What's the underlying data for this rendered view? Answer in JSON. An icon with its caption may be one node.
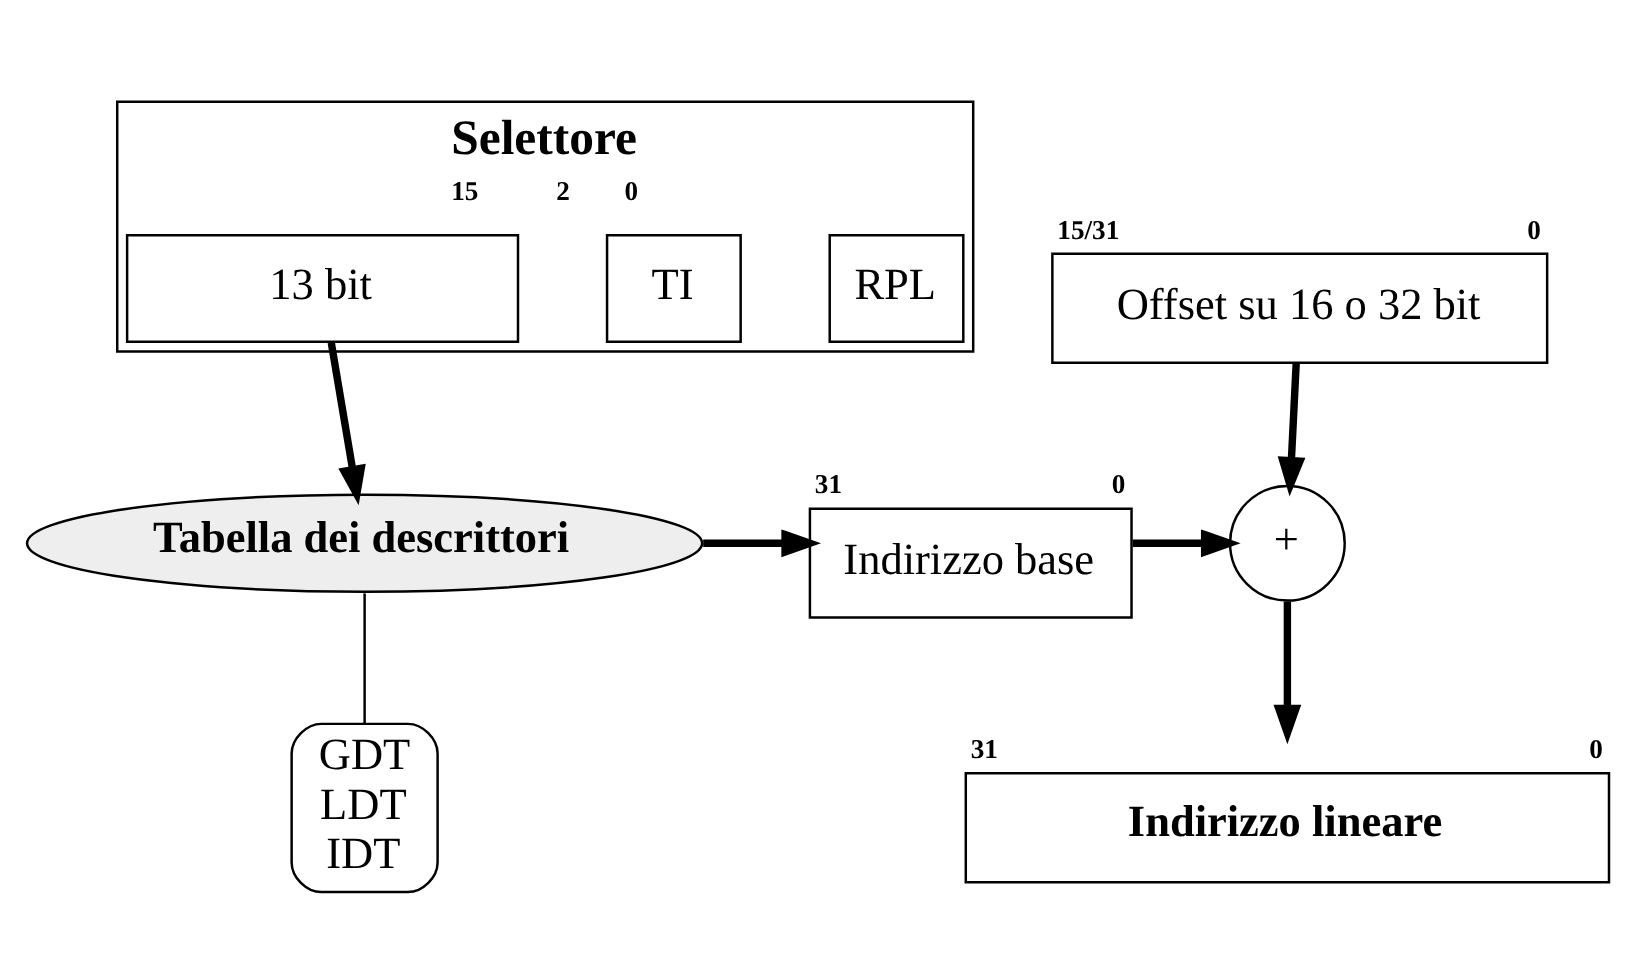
{
  "diagram": {
    "nodes": [
      {
        "text": [
          "Selettore"
        ],
        "beside": [
          "15",
          "2",
          "0"
        ]
      },
      {
        "text": [
          "13 bit"
        ],
        "in": 0
      },
      {
        "text": [
          "TI"
        ],
        "in": 0
      },
      {
        "text": [
          "RPL"
        ],
        "in": 0
      },
      {
        "text": [
          "Offset su 16 o 32 bit"
        ],
        "beside": [
          "15/31",
          "0"
        ]
      },
      {
        "text": [
          "Tabella dei descrittori"
        ]
      },
      {
        "text": [
          "Indirizzo base"
        ],
        "beside": [
          "31",
          "0"
        ]
      },
      {
        "text": [
          "+"
        ]
      },
      {
        "text": [
          "Indirizzo lineare"
        ],
        "beside": [
          "31",
          "0"
        ]
      },
      {
        "text": [
          "GDT",
          "LDT",
          "IDT"
        ]
      }
    ],
    "edges": [
      {
        "from": 1,
        "to": 5,
        "arrow": "to"
      },
      {
        "from": 5,
        "to": 6,
        "arrow": "to"
      },
      {
        "from": 6,
        "to": 7,
        "arrow": "to"
      },
      {
        "from": 4,
        "to": 7,
        "arrow": "to"
      },
      {
        "from": 7,
        "to": 8,
        "arrow": "to"
      },
      {
        "from": 9,
        "to": 5,
        "arrow": "none"
      }
    ]
  }
}
